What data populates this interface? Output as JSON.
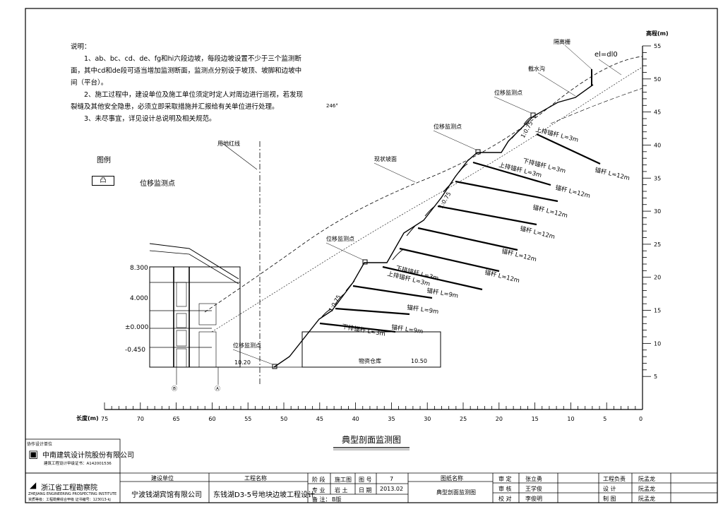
{
  "notes": {
    "title": "说明：",
    "lines": [
      "1、ab、bc、cd、de、fg和hi六段边坡，每段边坡设置不少于三个监测断面，其中cd和de段可适当增加监测断面，监测点分别设于坡顶、坡脚和边坡中间（平台）。",
      "2、施工过程中，建设单位及施工单位须定时定人对周边进行巡视，若发现裂缝及其他安全隐患，必须立即采取措施并汇报给有关单位进行处理。",
      "3、未尽事宜，详见设计总说明及相关规范。"
    ]
  },
  "legend": {
    "title": "图例",
    "symbol": "凸",
    "label": "位移监测点"
  },
  "drawing_title": "典型剖面监测图",
  "axes": {
    "x_label": "长度(m)",
    "x_ticks": [
      "75",
      "70",
      "65",
      "60",
      "55",
      "50",
      "45",
      "40",
      "35",
      "30",
      "25",
      "20",
      "15",
      "10",
      "5",
      "0"
    ],
    "y_label": "高程(m)",
    "y_ticks": [
      "55",
      "50",
      "45",
      "40",
      "35",
      "30",
      "25",
      "20",
      "15",
      "10",
      "5"
    ]
  },
  "labels": {
    "isolation": "隔离栅",
    "drain": "截水沟",
    "el": "el=dl0",
    "red_line": "用地红线",
    "ground": "现状坡面",
    "warehouse": "物资仓库",
    "wh_elev": "10.50",
    "base_elev": "10.20",
    "angle": "246°",
    "slope1": "1:0.75",
    "slope2": "1:0.75",
    "slope3": "1:0.75",
    "monitor": "位移监测点",
    "elev_830": "8.300",
    "elev_400": "4.000",
    "elev_000": "±0.000",
    "elev_045": "-0.450",
    "axis_a": "Ⓑ",
    "axis_b": "Ⓐ"
  },
  "anchors": [
    {
      "label": "上排锚杆 L=3m"
    },
    {
      "label": "锚杆 L=12m"
    },
    {
      "label": "下排锚杆 L=3m"
    },
    {
      "label": "上排锚杆 L=3m"
    },
    {
      "label": "锚杆 L=12m"
    },
    {
      "label": "锚杆 L=12m"
    },
    {
      "label": "锚杆 L=12m"
    },
    {
      "label": "锚杆 L=12m"
    },
    {
      "label": "锚杆 L=12m"
    },
    {
      "label": "下排锚杆 L=3m"
    },
    {
      "label": "上排锚杆 L=3m"
    },
    {
      "label": "锚杆 L=9m"
    },
    {
      "label": "锚杆 L=9m"
    },
    {
      "label": "下排锚杆 L=3m"
    },
    {
      "label": "锚杆 L=9m"
    }
  ],
  "title_block": {
    "design_company_label": "协作设计单位",
    "design_company": "中南建筑设计院股份有限公司",
    "design_company_sub": "建筑工程设计甲级证书：A142001536",
    "survey_institute": "浙江省工程勘察院",
    "survey_institute_en": "ZHEJIANG ENGINEERING PROSPECTING INSTITUTE",
    "survey_cert": "资质等级：工程勘察综合甲级 证书编号：123013-kj",
    "client_label": "建设单位",
    "client": "宁波钱湖宾馆有限公司",
    "project_label": "工程名称",
    "project": "东钱湖D3-5号地块边坡工程设计",
    "stage_label": "阶 段",
    "stage": "施工图",
    "dwg_no_label": "图 号",
    "dwg_no": "7",
    "discipline_label": "专 业",
    "discipline": "岩 土",
    "date_label": "日 期",
    "date": "2013.02",
    "remark_label": "备 注：",
    "remark": "B版",
    "dwg_name_label": "图纸名称",
    "dwg_name": "典型剖面监测图",
    "approve_label": "审 定",
    "approve": "张立勇",
    "review_label": "审 核",
    "review": "王学俊",
    "check_label": "校 对",
    "check": "李俊明",
    "pm_label": "工程负责",
    "pm": "阮孟龙",
    "design_label": "设 计",
    "design": "阮孟龙",
    "draw_label": "制 图",
    "draw": "阮孟龙"
  }
}
